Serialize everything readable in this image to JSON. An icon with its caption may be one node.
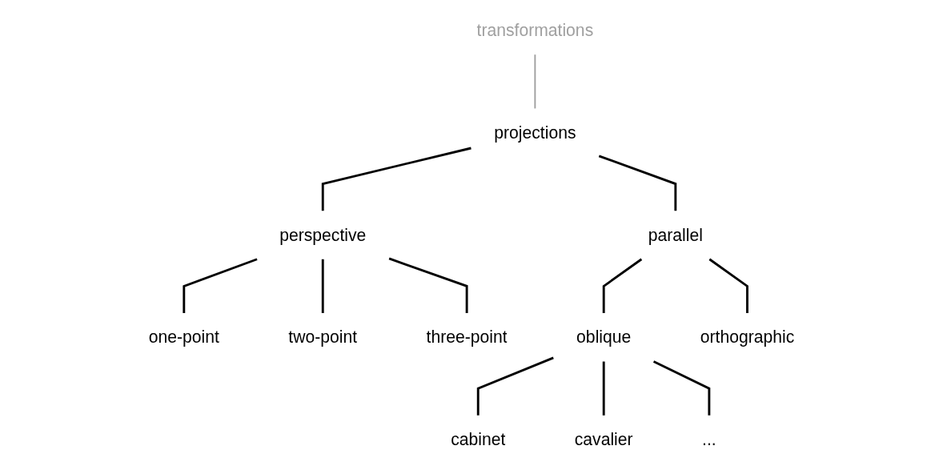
{
  "diagram": {
    "nodes": [
      {
        "text": [
          "transformations"
        ]
      },
      {
        "text": [
          "projections"
        ]
      },
      {
        "text": [
          "perspective"
        ]
      },
      {
        "text": [
          "parallel"
        ]
      },
      {
        "text": [
          "one-point"
        ]
      },
      {
        "text": [
          "two-point"
        ]
      },
      {
        "text": [
          "three-point"
        ]
      },
      {
        "text": [
          "oblique"
        ]
      },
      {
        "text": [
          "orthographic"
        ]
      },
      {
        "text": [
          "cabinet"
        ]
      },
      {
        "text": [
          "cavalier"
        ]
      },
      {
        "text": [
          "..."
        ]
      }
    ],
    "edges": [
      {
        "from": 0,
        "to": 1,
        "arrow": "none",
        "color": "#a0a0a0"
      },
      {
        "from": 1,
        "to": 2,
        "arrow": "none"
      },
      {
        "from": 1,
        "to": 3,
        "arrow": "none"
      },
      {
        "from": 2,
        "to": 4,
        "arrow": "none"
      },
      {
        "from": 2,
        "to": 5,
        "arrow": "none"
      },
      {
        "from": 2,
        "to": 6,
        "arrow": "none"
      },
      {
        "from": 3,
        "to": 7,
        "arrow": "none"
      },
      {
        "from": 3,
        "to": 8,
        "arrow": "none"
      },
      {
        "from": 7,
        "to": 9,
        "arrow": "none"
      },
      {
        "from": 7,
        "to": 10,
        "arrow": "none"
      },
      {
        "from": 7,
        "to": 11,
        "arrow": "none"
      }
    ]
  }
}
